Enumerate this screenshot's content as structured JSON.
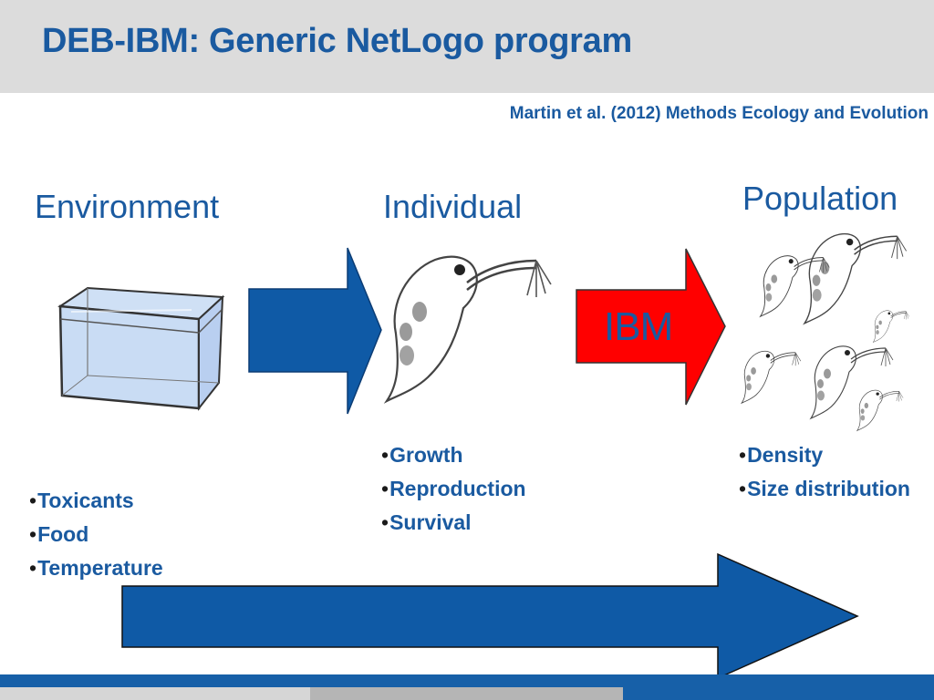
{
  "slide": {
    "title": "DEB-IBM: Generic NetLogo program",
    "citation": "Martin et al. (2012) Methods Ecology and Evolution"
  },
  "columns": {
    "environment": {
      "heading": "Environment",
      "items": [
        "Toxicants",
        "Food",
        "Temperature"
      ]
    },
    "individual": {
      "heading": "Individual",
      "items": [
        "Growth",
        "Reproduction",
        "Survival"
      ]
    },
    "population": {
      "heading": "Population",
      "items": [
        "Density",
        "Size distribution"
      ]
    }
  },
  "ibm_arrow": {
    "label": "IBM"
  },
  "bullet_symbol": "•",
  "colors": {
    "title_blue": "#1a5aa0",
    "arrow_blue": "#0f5aa6",
    "ibm_red": "#ff0000",
    "header_gray": "#dcdcdc"
  }
}
